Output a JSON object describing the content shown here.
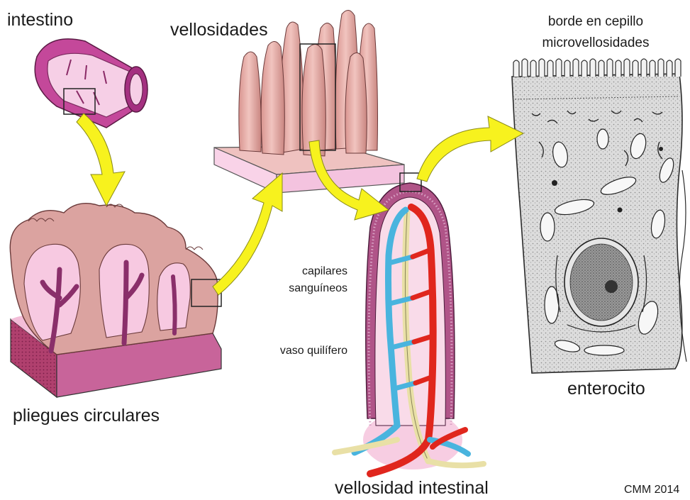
{
  "labels": {
    "intestino": "intestino",
    "vellosidades": "vellosidades",
    "borde_cepillo": "borde en cepillo",
    "microvellosidades": "microvellosidades",
    "capilares": "capilares",
    "sanguineos": "sanguíneos",
    "vaso_quilifero": "vaso quilífero",
    "pliegues": "pliegues circulares",
    "enterocito": "enterocito",
    "vellosidad_intestinal": "vellosidad intestinal",
    "credit": "CMM 2014"
  },
  "colors": {
    "arrow": "#f7f21e",
    "tissue_pink": "#f2c6dc",
    "wall_magenta": "#a8327e",
    "villus_flesh": "#e8a9a6",
    "mucosa_brown": "#d6938d",
    "capillary_red": "#e0281e",
    "capillary_blue": "#48b6e0",
    "lacteal_cream": "#ebe3a8",
    "cell_gray": "#d9d9d9"
  }
}
